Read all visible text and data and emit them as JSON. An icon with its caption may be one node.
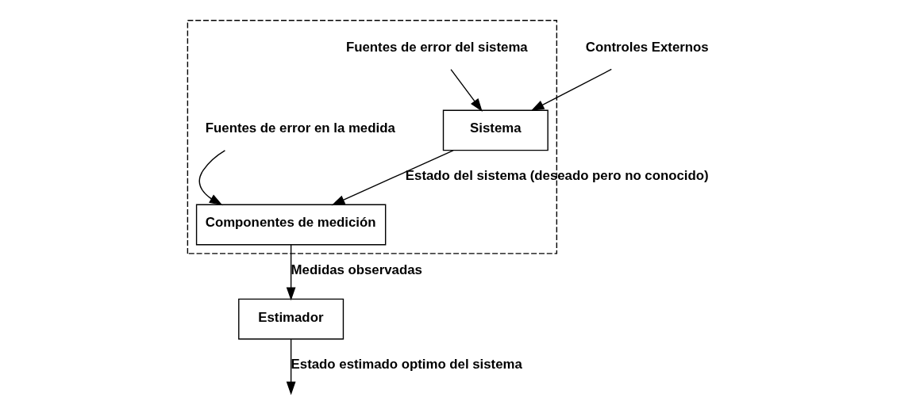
{
  "diagram": {
    "nodes": [
      {
        "text": [],
        "shape": "box"
      },
      {
        "text": [
          "Fuentes de error del sistema"
        ],
        "in": 0
      },
      {
        "text": [
          "Controles Externos"
        ]
      },
      {
        "text": [
          "Sistema"
        ],
        "in": 0
      },
      {
        "text": [
          "Componentes de medición"
        ],
        "in": 0
      },
      {
        "text": [
          "Fuentes de error en la medida"
        ],
        "in": 0
      },
      {
        "text": [
          "Estimador"
        ]
      }
    ],
    "edges": [
      {
        "from": 1,
        "to": 3,
        "arrow": "to"
      },
      {
        "from": 2,
        "to": 3,
        "arrow": "to"
      },
      {
        "from": 3,
        "to": 4,
        "arrow": "to",
        "label": "Estado del sistema (deseado pero no conocido)"
      },
      {
        "from": 5,
        "to": 4,
        "arrow": "to"
      },
      {
        "from": 4,
        "to": 6,
        "arrow": "to",
        "label": "Medidas observadas"
      },
      {
        "from": 6,
        "to": null,
        "arrow": "to",
        "label": "Estado estimado optimo del sistema"
      }
    ]
  }
}
